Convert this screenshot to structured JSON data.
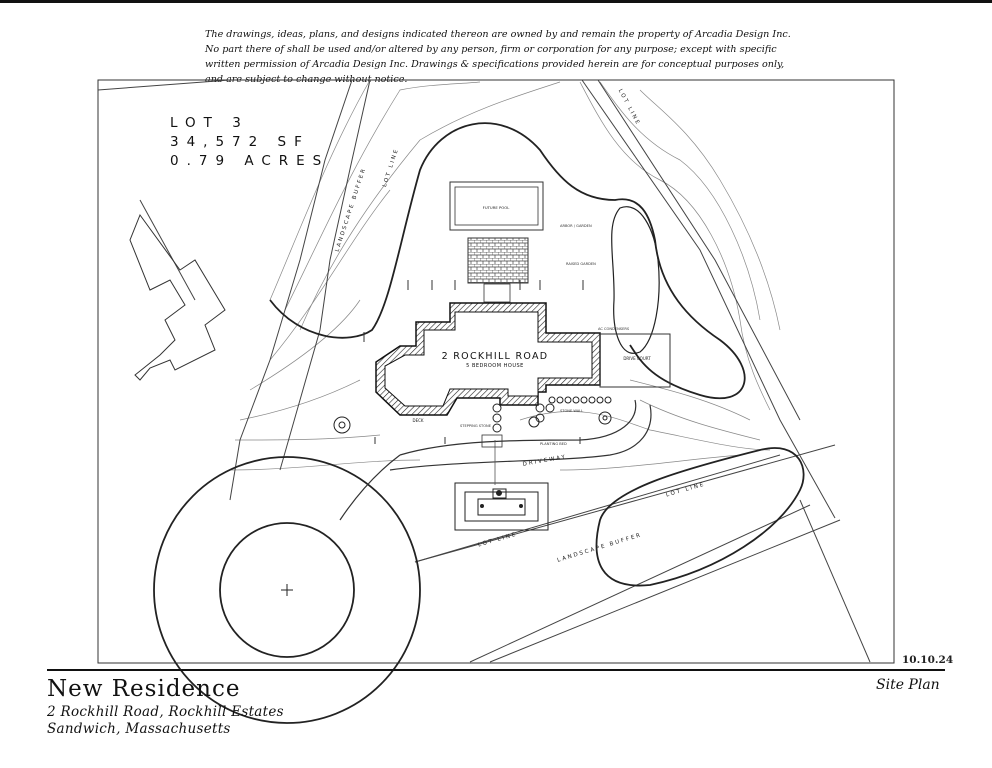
{
  "disclaimer": "The drawings, ideas, plans, and designs indicated thereon are owned by and remain the property of Arcadia Design Inc. No part there of shall be used and/or altered by any person, firm or corporation for any purpose; except with specific written permission of Arcadia Design Inc. Drawings & specifications provided herein are for conceptual purposes only, and are subject to change without notice.",
  "lot": {
    "name": "LOT 3",
    "area_sf": "34,572 SF",
    "acres": "0.79 ACRES"
  },
  "plan_labels": {
    "house_address": "2 ROCKHILL ROAD",
    "house_desc": "5 BEDROOM HOUSE",
    "future_pool": "FUTURE POOL",
    "drive_court": "DRIVE COURT",
    "driveway": "DRIVEWAY",
    "deck": "DECK",
    "lot_line": "LOT LINE",
    "landscape_buffer": "LANDSCAPE BUFFER"
  },
  "date": "10.10.24",
  "project": {
    "title": "New Residence",
    "address_line1": "2 Rockhill Road, Rockhill Estates",
    "address_line2": "Sandwich, Massachusetts"
  },
  "sheet_title": "Site Plan"
}
